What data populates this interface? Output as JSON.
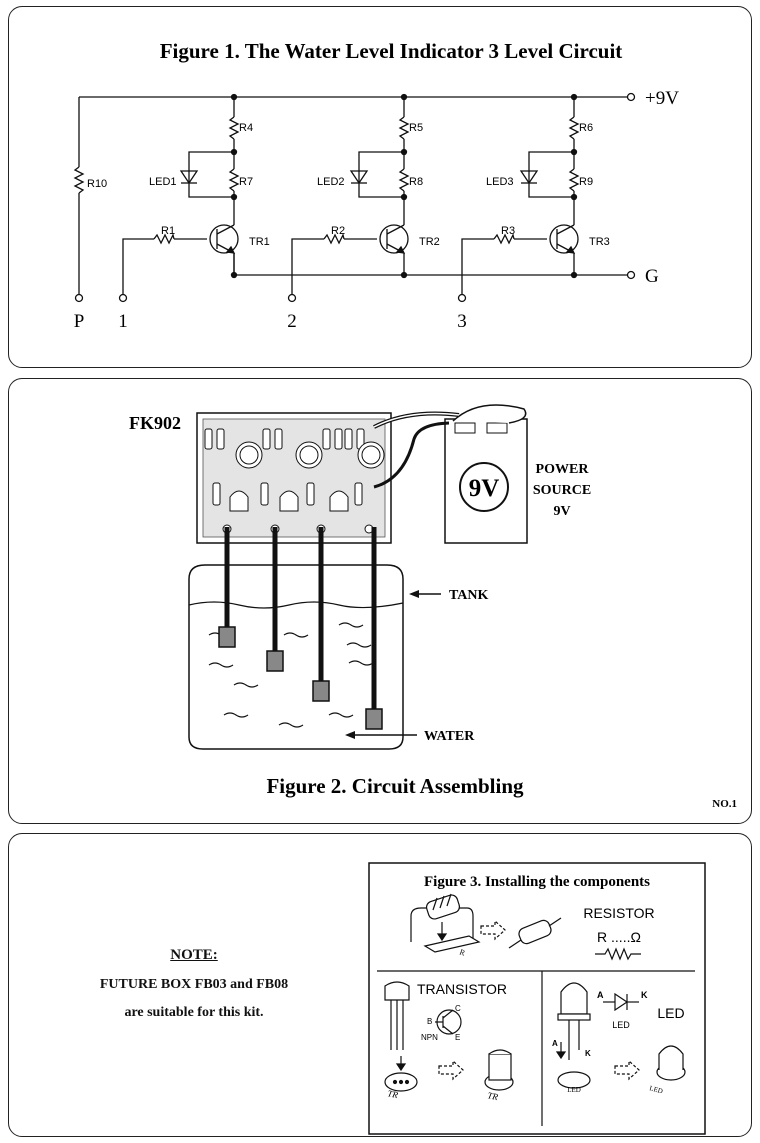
{
  "figure1": {
    "title": "Figure 1. The Water Level Indicator 3 Level Circuit",
    "supply_label": "+9V",
    "ground_label": "G",
    "resistors": [
      "R1",
      "R2",
      "R3",
      "R4",
      "R5",
      "R6",
      "R7",
      "R8",
      "R9",
      "R10"
    ],
    "leds": [
      "LED1",
      "LED2",
      "LED3"
    ],
    "transistors": [
      "TR1",
      "TR2",
      "TR3"
    ],
    "probes": [
      "P",
      "1",
      "2",
      "3"
    ]
  },
  "figure2": {
    "title": "Figure 2. Circuit Assembling",
    "board_label": "FK902",
    "battery_label": "9V",
    "power_source_label": [
      "POWER",
      "SOURCE",
      "9V"
    ],
    "tank_label": "TANK",
    "water_label": "WATER",
    "page_number": "NO.1"
  },
  "note": {
    "heading": "NOTE:",
    "line1": "FUTURE BOX FB03 and FB08",
    "line2": "are suitable for this kit."
  },
  "figure3": {
    "title": "Figure 3. Installing the components",
    "resistor_label": "RESISTOR",
    "resistor_symbol_text": "R .....Ω",
    "transistor_label": "TRANSISTOR",
    "npn_label": "NPN",
    "pin_b": "B",
    "pin_c": "C",
    "pin_e": "E",
    "led_label": "LED",
    "led_small_label": "LED",
    "led_anode": "A",
    "led_cathode": "K",
    "tr_marking": "TR",
    "r_marking": "R"
  }
}
